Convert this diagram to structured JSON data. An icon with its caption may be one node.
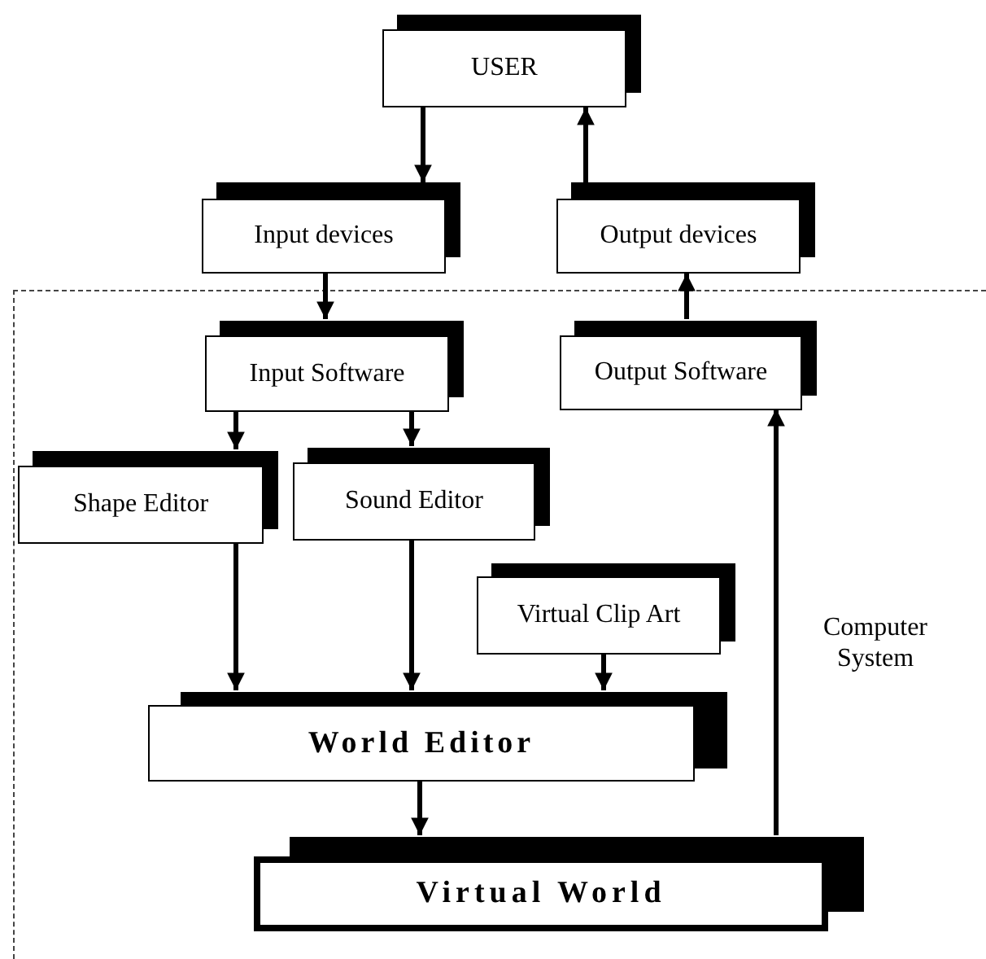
{
  "diagram": {
    "nodes": [
      {
        "text": [
          "USER"
        ]
      },
      {
        "text": [
          "Input devices"
        ]
      },
      {
        "text": [
          "Output devices"
        ]
      },
      {
        "text": [
          "Computer System"
        ]
      },
      {
        "text": [
          "Input Software"
        ],
        "in": 3
      },
      {
        "text": [
          "Output Software"
        ],
        "in": 3
      },
      {
        "text": [
          "Shape Editor"
        ],
        "in": 3
      },
      {
        "text": [
          "Sound Editor"
        ],
        "in": 3
      },
      {
        "text": [
          "Virtual Clip Art"
        ],
        "in": 3
      },
      {
        "text": [
          "World Editor"
        ],
        "in": 3
      },
      {
        "text": [
          "Virtual World"
        ],
        "in": 3
      }
    ],
    "edges": [
      {
        "from": 0,
        "to": 1,
        "arrow": "to"
      },
      {
        "from": 2,
        "to": 0,
        "arrow": "to"
      },
      {
        "from": 1,
        "to": 4,
        "arrow": "to"
      },
      {
        "from": 5,
        "to": 2,
        "arrow": "to"
      },
      {
        "from": 4,
        "to": 6,
        "arrow": "to"
      },
      {
        "from": 4,
        "to": 7,
        "arrow": "to"
      },
      {
        "from": 6,
        "to": 9,
        "arrow": "to"
      },
      {
        "from": 7,
        "to": 9,
        "arrow": "to"
      },
      {
        "from": 8,
        "to": 9,
        "arrow": "to"
      },
      {
        "from": 9,
        "to": 10,
        "arrow": "to"
      },
      {
        "from": 10,
        "to": 5,
        "arrow": "to"
      }
    ]
  }
}
